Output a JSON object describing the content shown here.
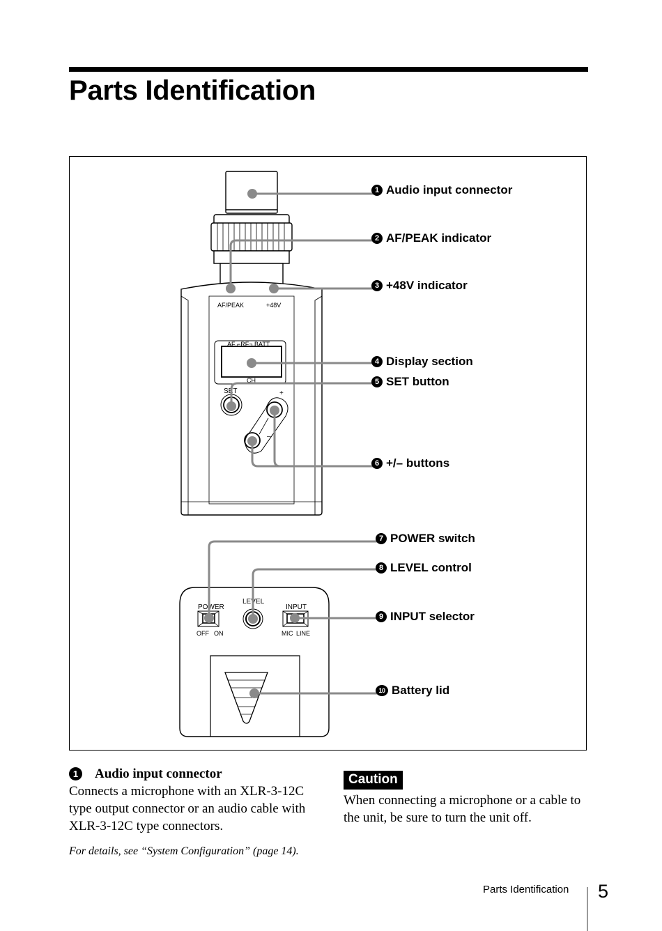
{
  "page": {
    "title": "Parts Identification",
    "footer": {
      "section": "Parts Identification",
      "page_number": "5"
    }
  },
  "figure": {
    "callouts": [
      {
        "num": "1",
        "label": "Audio input connector"
      },
      {
        "num": "2",
        "label": "AF/PEAK indicator"
      },
      {
        "num": "3",
        "label": "+48V indicator"
      },
      {
        "num": "4",
        "label": "Display section"
      },
      {
        "num": "5",
        "label": "SET button"
      },
      {
        "num": "6",
        "label": "+/– buttons"
      },
      {
        "num": "7",
        "label": "POWER switch"
      },
      {
        "num": "8",
        "label": "LEVEL control"
      },
      {
        "num": "9",
        "label": "INPUT selector"
      },
      {
        "num": "10",
        "label": "Battery lid"
      }
    ],
    "device_labels": {
      "af_peak": "AF/PEAK",
      "plus48v": "+48V",
      "display_top": "AF  ⌐RF¬  BATT",
      "display_bottom": "CH",
      "set": "SET",
      "plus": "+",
      "minus": "–",
      "power": "POWER",
      "off": "OFF",
      "on": "ON",
      "level": "LEVEL",
      "input": "INPUT",
      "mic": "MIC",
      "line": "LINE"
    }
  },
  "description": {
    "num": "1",
    "heading": "Audio input connector",
    "body": "Connects a microphone with an XLR-3-12C type output connector or an audio cable with XLR-3-12C type connectors.",
    "note": "For details, see “System Configuration”  (page 14)."
  },
  "caution": {
    "badge": "Caution",
    "body": "When connecting a microphone or a cable to the unit, be sure to turn the unit off."
  }
}
